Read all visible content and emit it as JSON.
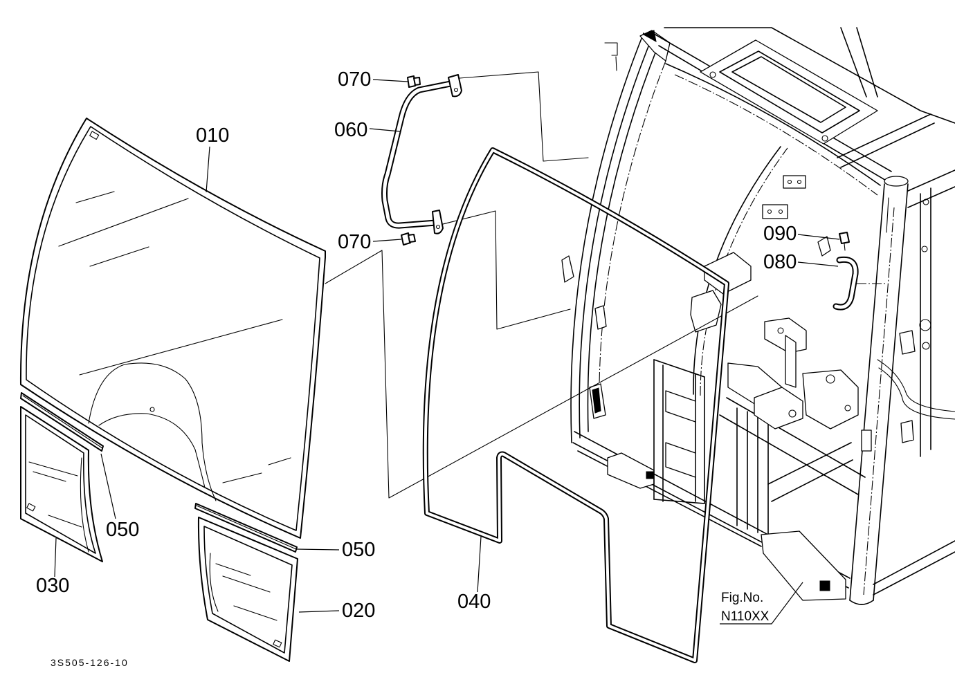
{
  "callouts": {
    "c010": "010",
    "c060": "060",
    "c070_top": "070",
    "c070_bottom": "070",
    "c090": "090",
    "c080": "080",
    "c050_left": "050",
    "c030": "030",
    "c050_right": "050",
    "c020": "020",
    "c040": "040"
  },
  "figure_ref": {
    "label": "Fig.No.",
    "number": "N110XX"
  },
  "drawing_code": "3S505-126-10",
  "colors": {
    "ink": "#000000",
    "paper": "#ffffff"
  }
}
